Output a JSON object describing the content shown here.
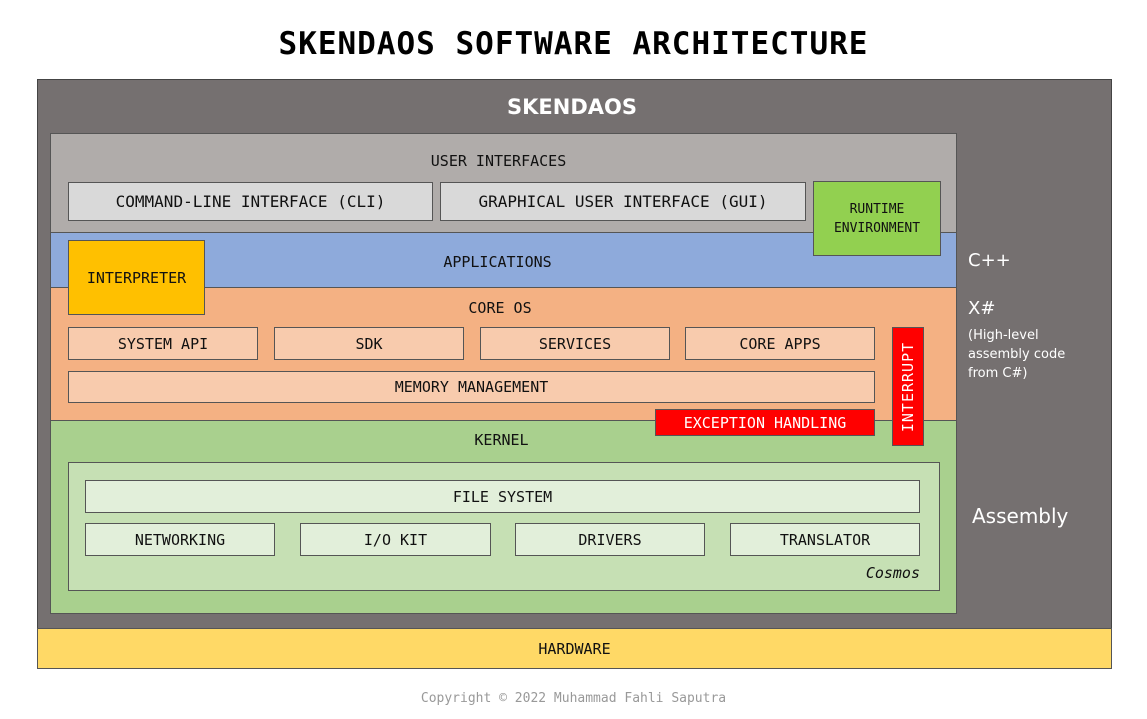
{
  "title": "SKENDAOS SOFTWARE ARCHITECTURE",
  "system_name": "SKENDAOS",
  "layers": {
    "user_interfaces": {
      "label": "USER INTERFACES",
      "items": [
        "COMMAND-LINE INTERFACE (CLI)",
        "GRAPHICAL USER INTERFACE (GUI)"
      ]
    },
    "runtime_environment": {
      "line1": "RUNTIME",
      "line2": "ENVIRONMENT"
    },
    "applications": {
      "label": "APPLICATIONS",
      "interpreter": "INTERPRETER"
    },
    "core_os": {
      "label": "CORE OS",
      "items": [
        "SYSTEM API",
        "SDK",
        "SERVICES",
        "CORE APPS"
      ],
      "memory": "MEMORY MANAGEMENT",
      "exception": "EXCEPTION HANDLING",
      "interrupt": "INTERRUPT"
    },
    "kernel": {
      "label": "KERNEL",
      "file_system": "FILE SYSTEM",
      "items": [
        "NETWORKING",
        "I/O KIT",
        "DRIVERS",
        "TRANSLATOR"
      ],
      "framework": "Cosmos"
    },
    "hardware": {
      "label": "HARDWARE"
    }
  },
  "languages": {
    "cpp": "C++",
    "xsharp": "X#",
    "xsharp_note": "(High-level assembly code from C#)",
    "assembly": "Assembly"
  },
  "copyright": "Copyright © 2022 Muhammad Fahli Saputra",
  "colors": {
    "background": "#ffffff",
    "system": "#757070",
    "user_interfaces": "#b0acaa",
    "runtime": "#92d050",
    "applications": "#8eaadb",
    "interpreter": "#ffc000",
    "core_os": "#f4b183",
    "exception": "#ff0000",
    "kernel": "#a9d08e",
    "cosmos": "#c6e0b4",
    "hardware": "#ffd966"
  }
}
